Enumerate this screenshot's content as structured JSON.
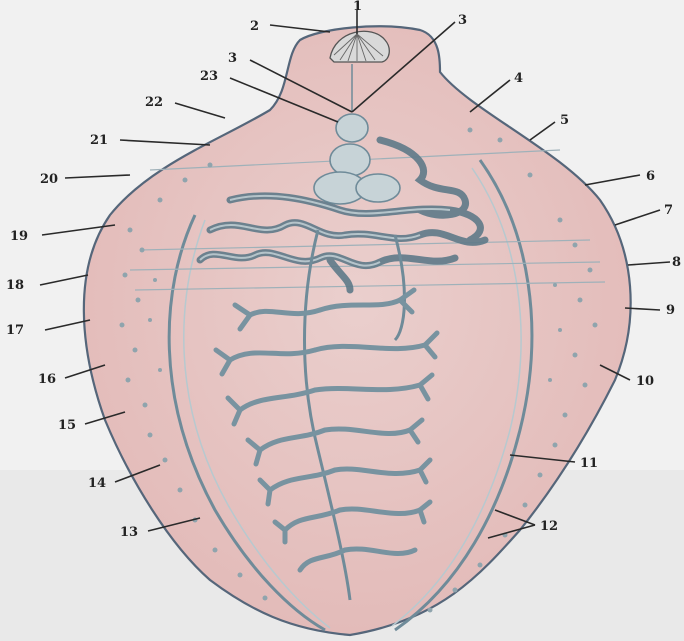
{
  "figure": {
    "callouts": [
      "1",
      "2",
      "3",
      "3",
      "4",
      "5",
      "6",
      "7",
      "8",
      "9",
      "10",
      "11",
      "12",
      "13",
      "14",
      "15",
      "16",
      "17",
      "18",
      "19",
      "20",
      "21",
      "22",
      "23"
    ]
  },
  "colors": {
    "background": "#f2f2f2",
    "body_fill": "#e9c9c7",
    "body_outline": "#5a6b7a",
    "organ": "#6f8b99",
    "organ_light": "#b7c9cf",
    "text": "#222222"
  }
}
